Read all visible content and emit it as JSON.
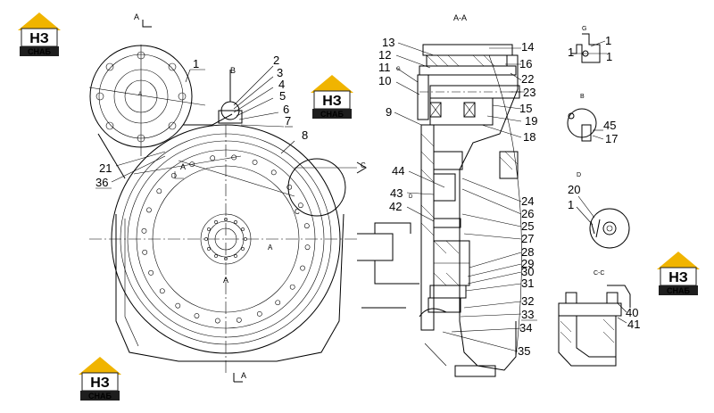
{
  "views": {
    "main_section_mark_top": "A",
    "main_section_mark_bottom": "A",
    "section_title": "A-A",
    "view_g": "G",
    "view_b": "B",
    "view_d": "D",
    "view_cc": "C-C",
    "mark_b": "B",
    "mark_a_left": "A",
    "mark_a_center": "A",
    "mark_a_hub": "A",
    "mark_a_lower": "A",
    "mark_c": "C",
    "mark_c2": "C",
    "mark_d": "D",
    "mark_g": "G"
  },
  "logo": {
    "text": "НЗ",
    "subtext": "СНАБ",
    "color_dark": "#1e1e1e",
    "color_accent": "#f0b400"
  },
  "callouts_left": [
    "1",
    "2",
    "3",
    "4",
    "5",
    "6",
    "7",
    "8",
    "21",
    "36"
  ],
  "callouts_section": [
    "13",
    "12",
    "11",
    "10",
    "9",
    "44",
    "43",
    "42",
    "14",
    "16",
    "22",
    "23",
    "15",
    "19",
    "18",
    "24",
    "26",
    "25",
    "27",
    "28",
    "29",
    "30",
    "31",
    "32",
    "33",
    "34",
    "35"
  ],
  "callouts_right": [
    "1",
    "1",
    "1",
    "45",
    "17",
    "20",
    "1",
    "40",
    "41"
  ]
}
